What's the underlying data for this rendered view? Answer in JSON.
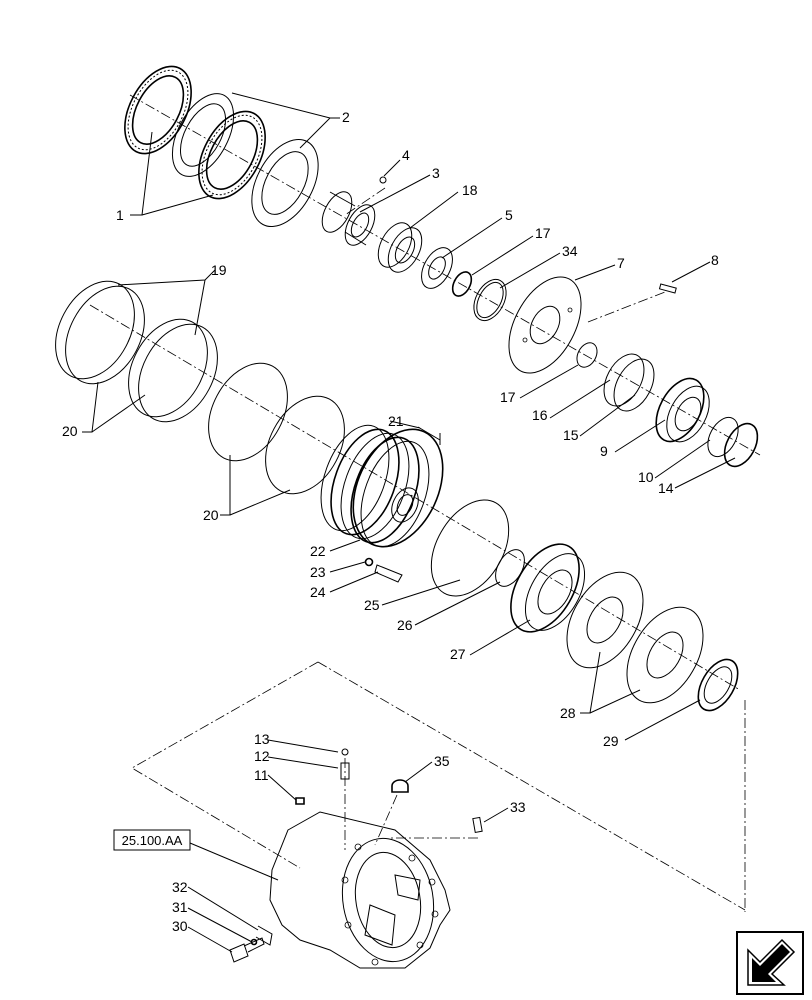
{
  "diagram": {
    "reference_label": "25.100.AA",
    "callouts": [
      "1",
      "2",
      "3",
      "4",
      "5",
      "7",
      "8",
      "9",
      "10",
      "11",
      "12",
      "13",
      "14",
      "15",
      "16",
      "17",
      "18",
      "19",
      "20",
      "21",
      "22",
      "23",
      "24",
      "25",
      "26",
      "27",
      "28",
      "29",
      "30",
      "31",
      "32",
      "33",
      "34",
      "35"
    ]
  },
  "nav": {
    "icon": "arrow-nav-icon"
  }
}
